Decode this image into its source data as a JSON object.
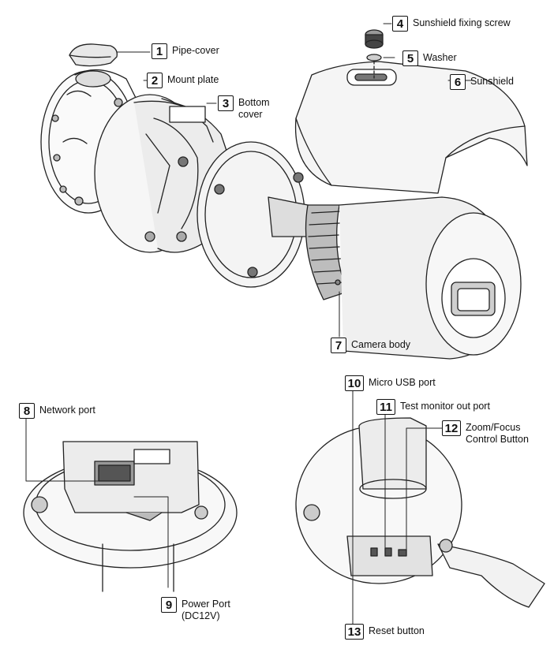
{
  "callouts": [
    {
      "id": "1",
      "label": "Pipe-cover"
    },
    {
      "id": "2",
      "label": "Mount plate"
    },
    {
      "id": "3",
      "label": "Bottom",
      "label2": "cover"
    },
    {
      "id": "4",
      "label": "Sunshield fixing screw"
    },
    {
      "id": "5",
      "label": "Washer"
    },
    {
      "id": "6",
      "label": "Sunshield"
    },
    {
      "id": "7",
      "label": "Camera body"
    },
    {
      "id": "8",
      "label": "Network port"
    },
    {
      "id": "9",
      "label": "Power Port",
      "label2": "(DC12V)"
    },
    {
      "id": "10",
      "label": "Micro USB port"
    },
    {
      "id": "11",
      "label": "Test monitor out port"
    },
    {
      "id": "12",
      "label": "Zoom/Focus",
      "label2": "Control Button"
    },
    {
      "id": "13",
      "label": "Reset button"
    }
  ]
}
